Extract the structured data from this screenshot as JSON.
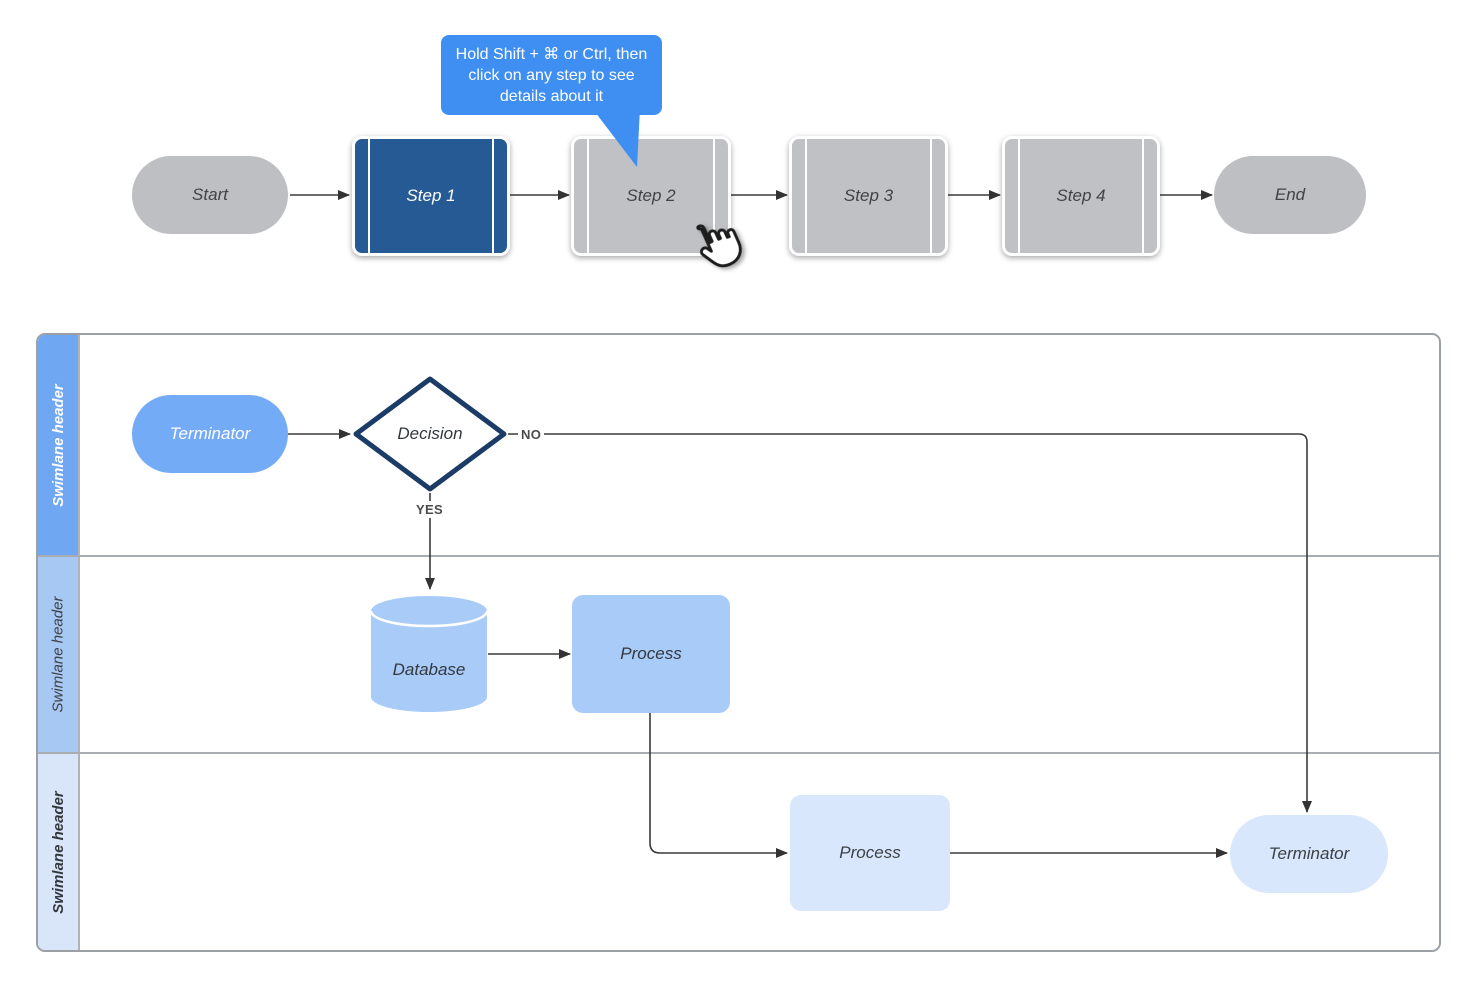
{
  "tooltip": {
    "text": "Hold Shift + ⌘ or Ctrl, then click on any step to see details about it"
  },
  "top_flow": {
    "nodes": [
      {
        "id": "start",
        "label": "Start",
        "type": "terminator"
      },
      {
        "id": "step1",
        "label": "Step 1",
        "type": "predefined-process",
        "state": "selected"
      },
      {
        "id": "step2",
        "label": "Step 2",
        "type": "predefined-process"
      },
      {
        "id": "step3",
        "label": "Step 3",
        "type": "predefined-process"
      },
      {
        "id": "step4",
        "label": "Step 4",
        "type": "predefined-process"
      },
      {
        "id": "end",
        "label": "End",
        "type": "terminator"
      }
    ]
  },
  "swimlanes": {
    "lanes": [
      {
        "header": "Swimlane header"
      },
      {
        "header": "Swimlane header"
      },
      {
        "header": "Swimlane header"
      }
    ]
  },
  "lane_flow": {
    "terminator1": {
      "label": "Terminator",
      "type": "terminator"
    },
    "decision": {
      "label": "Decision",
      "type": "decision"
    },
    "database": {
      "label": "Database",
      "type": "database"
    },
    "process2": {
      "label": "Process",
      "type": "process"
    },
    "process3": {
      "label": "Process",
      "type": "process"
    },
    "terminator3": {
      "label": "Terminator",
      "type": "terminator"
    },
    "edge_no": "NO",
    "edge_yes": "YES"
  },
  "colors": {
    "tooltip_blue": "#3f8ef2",
    "selected_step_blue": "#265a94",
    "neutral_gray": "#bfc1c4",
    "lane1_header_blue": "#6fa7f3",
    "lane1_shape_blue": "#74abf7",
    "lane2_header_blue": "#a8c8f4",
    "lane2_shape_blue": "#a8cbf8",
    "lane3_header_blue": "#d9e5f8",
    "lane3_shape_blue": "#d8e7fc",
    "decision_border_navy": "#1a3c66",
    "connector_dark": "#3a3a3a"
  }
}
